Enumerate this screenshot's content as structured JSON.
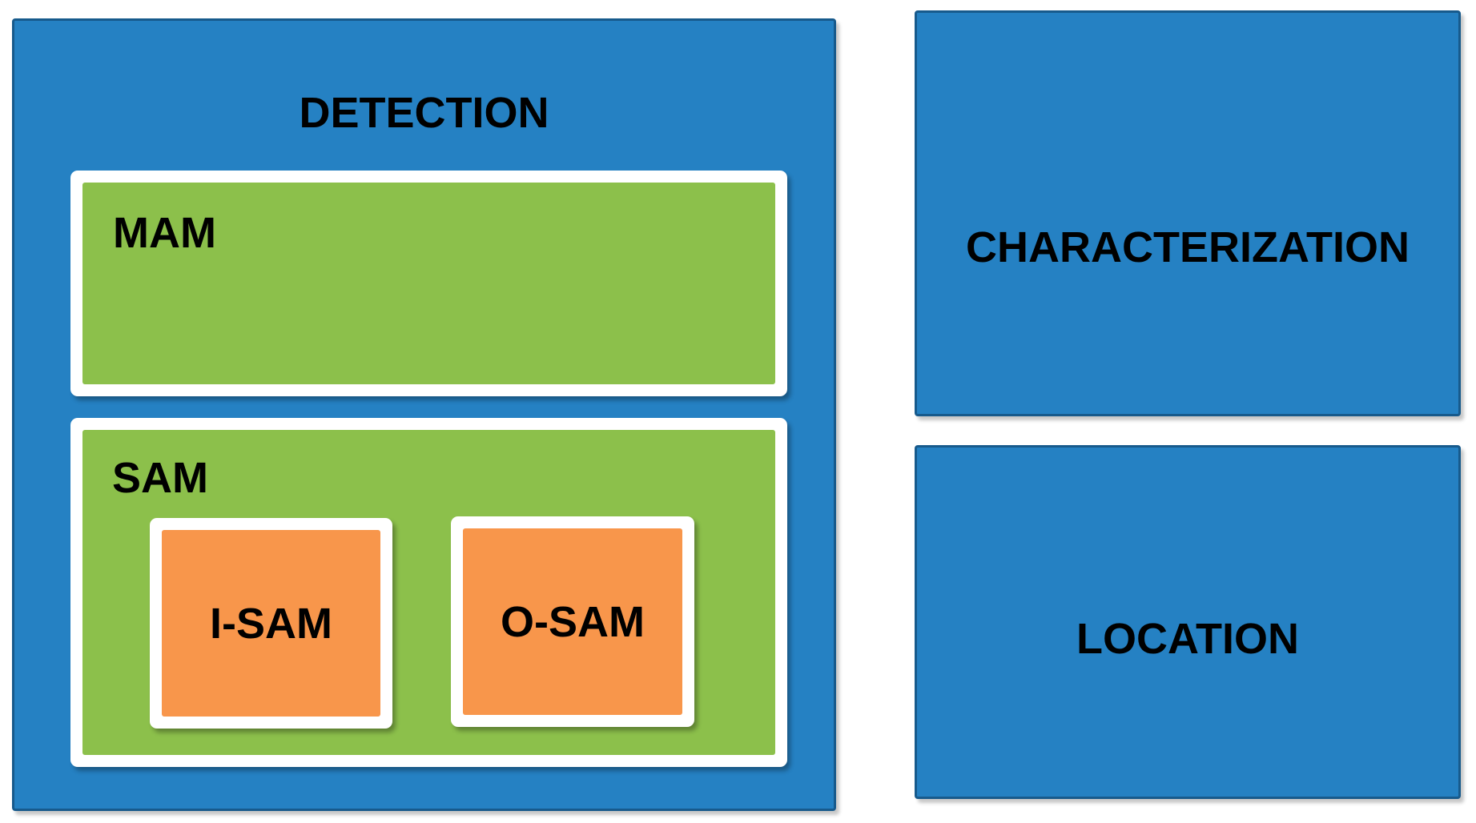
{
  "diagram": {
    "detection": {
      "label": "DETECTION"
    },
    "mam": {
      "label": "MAM"
    },
    "sam": {
      "label": "SAM"
    },
    "isam": {
      "label": "I-SAM"
    },
    "osam": {
      "label": "O-SAM"
    },
    "characterization": {
      "label": "CHARACTERIZATION"
    },
    "location": {
      "label": "LOCATION"
    }
  },
  "colors": {
    "blue": "#2581C3",
    "blue_border": "#175A8C",
    "green": "#8CC04B",
    "orange": "#F8964B",
    "white_border": "#FFFFFF",
    "text": "#000000",
    "background": "#FFFFFF"
  }
}
